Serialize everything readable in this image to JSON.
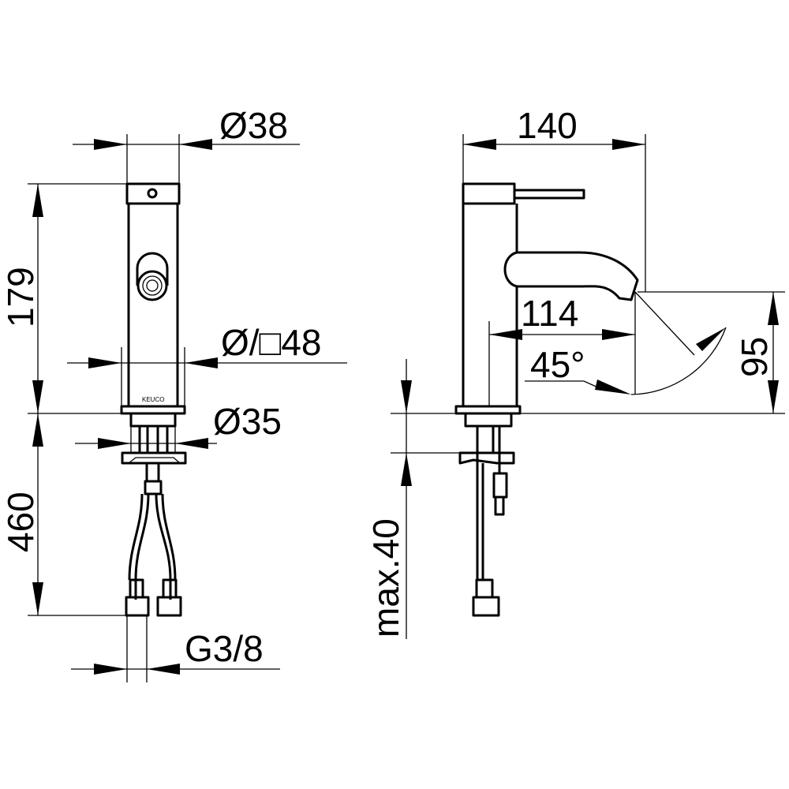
{
  "drawing": {
    "front_view": {
      "brand_mark": "KEUCO",
      "dimensions": {
        "body_diameter": "Ø38",
        "height_above_deck": "179",
        "base_size": "Ø/□48",
        "hole_diameter": "Ø35",
        "hose_length": "460",
        "connection_thread": "G3/8"
      }
    },
    "side_view": {
      "dimensions": {
        "total_depth": "140",
        "spout_projection": "114",
        "spout_angle": "45°",
        "spout_height": "95",
        "max_deck_thickness": "max.40"
      }
    }
  }
}
